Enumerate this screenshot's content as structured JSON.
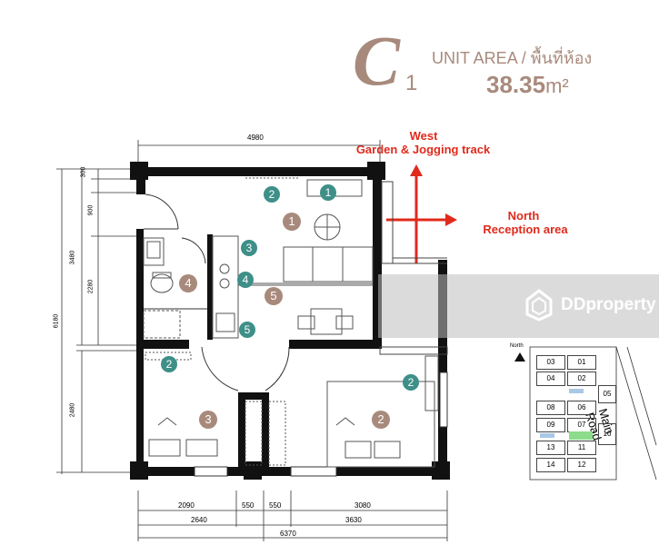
{
  "header": {
    "unit_letter": "C",
    "unit_sub": "1",
    "label": "UNIT AREA / พื้นที่ห้อง",
    "area_value": "38.35",
    "area_unit": "m²",
    "accent_color": "#a88a7c"
  },
  "directions": {
    "west_label": "West",
    "west_sub": "Garden & Jogging track",
    "north_label": "North",
    "north_sub": "Reception area",
    "arrow_color": "#e02a1c"
  },
  "dimensions": {
    "top": "4980",
    "left_300": "300",
    "left_900": "900",
    "left_3480": "3480",
    "left_2280": "2280",
    "left_6180": "6180",
    "left_2480": "2480",
    "b_2090": "2090",
    "b_550a": "550",
    "b_550b": "550",
    "b_3080": "3080",
    "b_2640": "2640",
    "b_3630": "3630",
    "b_6370": "6370"
  },
  "markers": {
    "teal_color": "#3e8f88",
    "room_color": "#a88a7c",
    "teal": [
      "1",
      "2",
      "3",
      "4",
      "5",
      "2",
      "2"
    ],
    "room": [
      "1",
      "4",
      "5",
      "3",
      "2"
    ]
  },
  "watermark": {
    "text": "DDproperty"
  },
  "keyplan": {
    "north_label": "North",
    "road_label": "Main Road",
    "units": [
      "03",
      "01",
      "04",
      "02",
      "05",
      "08",
      "06",
      "09",
      "07",
      "10",
      "13",
      "11",
      "14",
      "12"
    ]
  }
}
